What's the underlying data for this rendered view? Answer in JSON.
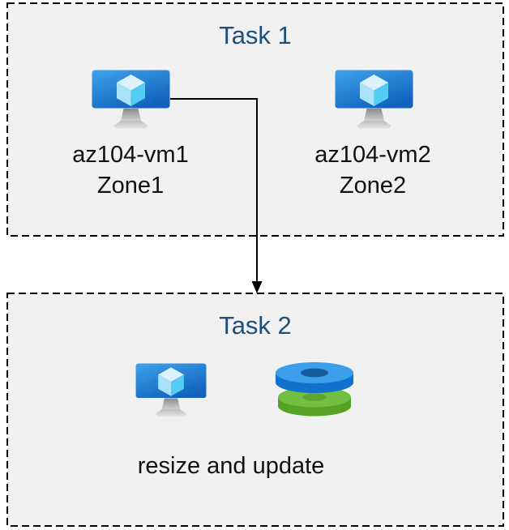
{
  "page": {
    "background": "#ffffff"
  },
  "colors": {
    "box_fill": "#f1f1f2",
    "box_border": "#000000",
    "title_text": "#1f4e79",
    "label_text": "#111111",
    "connector": "#000000",
    "vm_screen_top": "#3fa3ec",
    "vm_screen_bottom": "#1262bd",
    "cube_top": "#dcf2fc",
    "cube_left": "#a9e2f9",
    "cube_right": "#54ccf4",
    "stand_neck_top": "#8a8a8a",
    "stand_neck_bottom": "#cfcfcf",
    "stand_base_top": "#bdbdbd",
    "stand_base_bottom": "#e6e6e6",
    "disk_blue_top": "#3b9ee9",
    "disk_blue_side": "#1172cd",
    "disk_blue_hole": "#175a9e",
    "disk_green_top": "#72bf44",
    "disk_green_side": "#55a226",
    "disk_green_hole": "#5ea72f"
  },
  "tasks": {
    "task1": {
      "title": "Task 1",
      "vm1": {
        "icon": "virtual-machine-icon",
        "name": "az104-vm1",
        "zone": "Zone1"
      },
      "vm2": {
        "icon": "virtual-machine-icon",
        "name": "az104-vm2",
        "zone": "Zone2"
      }
    },
    "task2": {
      "title": "Task 2",
      "icons": [
        "virtual-machine-icon",
        "disks-icon"
      ],
      "caption": "resize and update"
    }
  },
  "connector": {
    "from": "az104-vm1",
    "to": "Task 2",
    "shape": "elbow",
    "arrowhead": "filled-triangle"
  }
}
